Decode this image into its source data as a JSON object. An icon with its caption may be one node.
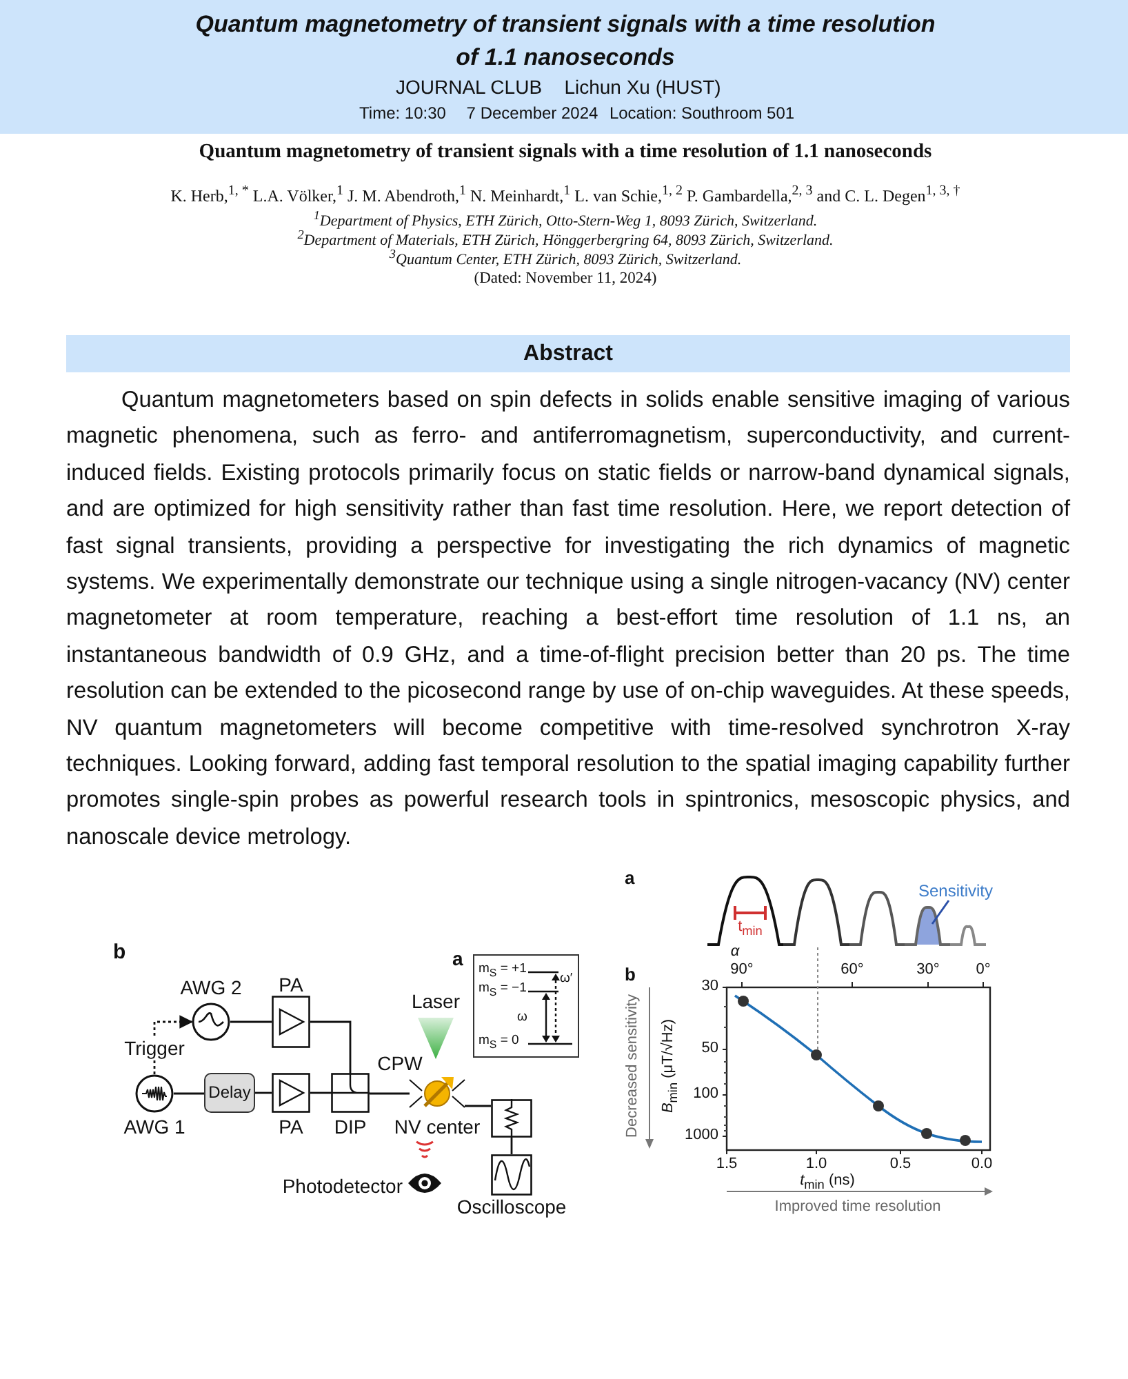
{
  "diagram": {
    "title": "Quantum magnetometry of transient signals with a time resolution of 1.1 nanoseconds",
    "nodes": [
      {
        "text": [
          "AWG 2"
        ]
      },
      {
        "text": [
          "PA"
        ]
      },
      {
        "text": [
          "AWG 1"
        ]
      },
      {
        "text": [
          "Delay"
        ]
      },
      {
        "text": [
          "PA"
        ]
      },
      {
        "text": [
          "DIP"
        ]
      },
      {
        "text": [
          "NV center"
        ],
        "beside": [
          "CPW"
        ]
      },
      {
        "text": [
          "Laser"
        ]
      },
      {
        "text": [],
        "shape": "box"
      },
      {
        "text": [
          "Oscilloscope"
        ]
      },
      {
        "text": [
          "Photodetector"
        ]
      },
      {
        "text": [
          "m$_{S}$ = +1",
          "m$_{S}$ = −1",
          "ω",
          "ω′",
          "m$_{S}$ = 0"
        ]
      }
    ],
    "edges": [
      {
        "from": 0,
        "to": 1,
        "arrow": "none"
      },
      {
        "from": 1,
        "to": 5,
        "arrow": "none"
      },
      {
        "from": 2,
        "to": 3,
        "arrow": "none"
      },
      {
        "from": 3,
        "to": 4,
        "arrow": "none"
      },
      {
        "from": 4,
        "to": 5,
        "arrow": "none"
      },
      {
        "from": 5,
        "to": 6,
        "arrow": "none"
      },
      {
        "from": 6,
        "to": 8,
        "arrow": "none"
      },
      {
        "from": 8,
        "to": 9,
        "arrow": "none"
      },
      {
        "from": 2,
        "to": 0,
        "arrow": "to",
        "label": "Trigger",
        "style": "dashed"
      }
    ],
    "labels": [
      "JOURNAL CLUB",
      "Lichun Xu (HUST)",
      "Time: 10:30",
      "7 December 2024",
      "Location: Southroom 501",
      "Quantum magnetometry of transient signals with a time resolution of 1.1 nanoseconds",
      "K. Herb,$^{1, *}$ L.A. Völker,$^{1}$ J. M. Abendroth,$^{1}$ N. Meinhardt,$^{1}$ L. van Schie,$^{1, 2}$ P. Gambardella,$^{2, 3}$ and C. L. Degen$^{1, 3, †}$",
      "$^{1}$Department of Physics, ETH Zürich, Otto-Stern-Weg 1, 8093 Zürich, Switzerland.",
      "$^{2}$Department of Materials, ETH Zürich, Hönggerbergring 64, 8093 Zürich, Switzerland.",
      "$^{3}$Quantum Center, ETH Zürich, 8093 Zürich, Switzerland.",
      "(Dated: November 11, 2024)",
      "Abstract",
      "Quantum magnetometers based on spin defects in solids enable sensitive imaging of various magnetic phenomena, such as ferro- and antiferromagnetism, superconductivity, and current-induced fields. Existing protocols primarily focus on static fields or narrow-band dynamical signals, and are optimized for high sensitivity rather than fast time resolution. Here, we report detection of fast signal transients, providing a perspective for investigating the rich dynamics of magnetic systems. We experimentally demonstrate our technique using a single nitrogen-vacancy (NV) center magnetometer at room temperature, reaching a best-effort time resolution of 1.1 ns, an instantaneous bandwidth of 0.9 GHz, and a time-of-flight precision better than 20 ps. The time resolution can be extended to the picosecond range by use of on-chip waveguides. At these speeds, NV quantum magnetometers will become competitive with time-resolved synchrotron X-ray techniques. Looking forward, adding fast temporal resolution to the spatial imaging capability further promotes single-spin probes as powerful research tools in spintronics, mesoscopic physics, and nanoscale device metrology.",
      "a",
      "Sensitivity",
      "t$_{min}$",
      "α",
      "b",
      "90°",
      "60°",
      "30°",
      "0°",
      "30",
      "50",
      "100",
      "1000",
      "Decreased sensitivity",
      "*B*$_{min}$ (μT/√Hz)",
      "1.5",
      "1.0",
      "0.5",
      "0.0",
      "*t*$_{min}$ (ns)",
      "Improved time resolution",
      "b",
      "a"
    ]
  }
}
